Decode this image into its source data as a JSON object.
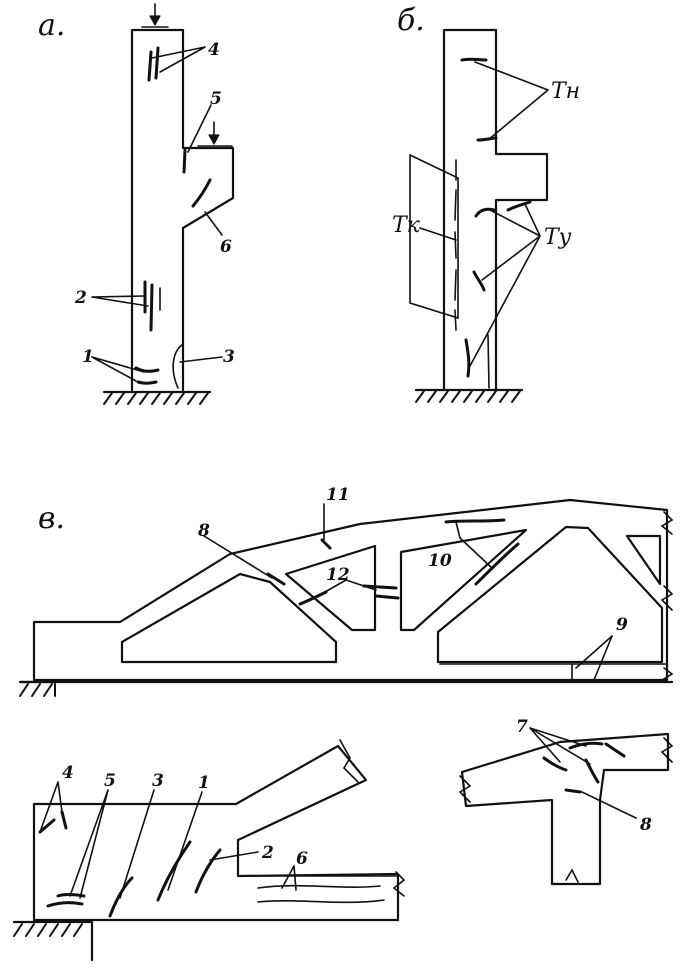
{
  "panels": {
    "a": {
      "letter": "а.",
      "labels": [
        "1",
        "2",
        "3",
        "4",
        "5",
        "6"
      ]
    },
    "b": {
      "letter": "б.",
      "labels": [
        "Тн",
        "Тк",
        "Ту"
      ]
    },
    "v": {
      "letter": "в.",
      "labels": [
        "8",
        "9",
        "10",
        "11",
        "12"
      ]
    },
    "node_left": {
      "labels": [
        "1",
        "2",
        "3",
        "4",
        "5",
        "6"
      ]
    },
    "node_right": {
      "labels": [
        "7",
        "8"
      ]
    }
  },
  "colors": {
    "ink": "#111111",
    "paper": "#ffffff"
  }
}
